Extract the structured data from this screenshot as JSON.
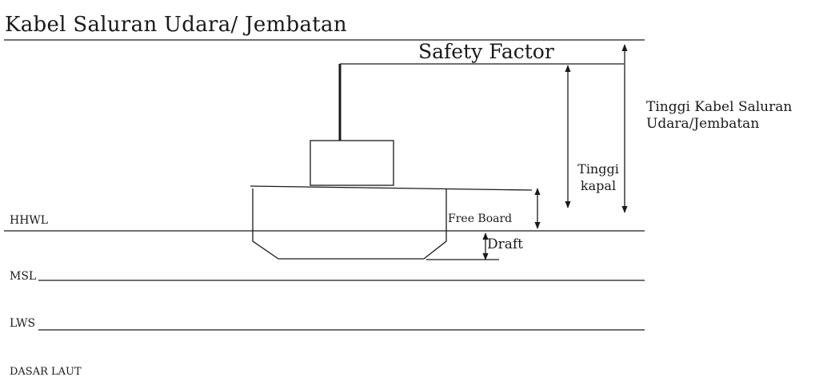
{
  "diagram": {
    "title": "Kabel Saluran Udara/ Jembatan",
    "safety_factor_label": "Safety Factor",
    "cable_height_label": "Tinggi Kabel Saluran Udara/Jembatan",
    "ship_height_label": "Tinggi kapal",
    "free_board_label": "Free Board",
    "draft_label": "Draft",
    "levels": {
      "hhwl": "HHWL",
      "msl": "MSL",
      "lws": "LWS",
      "seabed": "DASAR LAUT"
    },
    "line_color": "#1a1a1a"
  }
}
